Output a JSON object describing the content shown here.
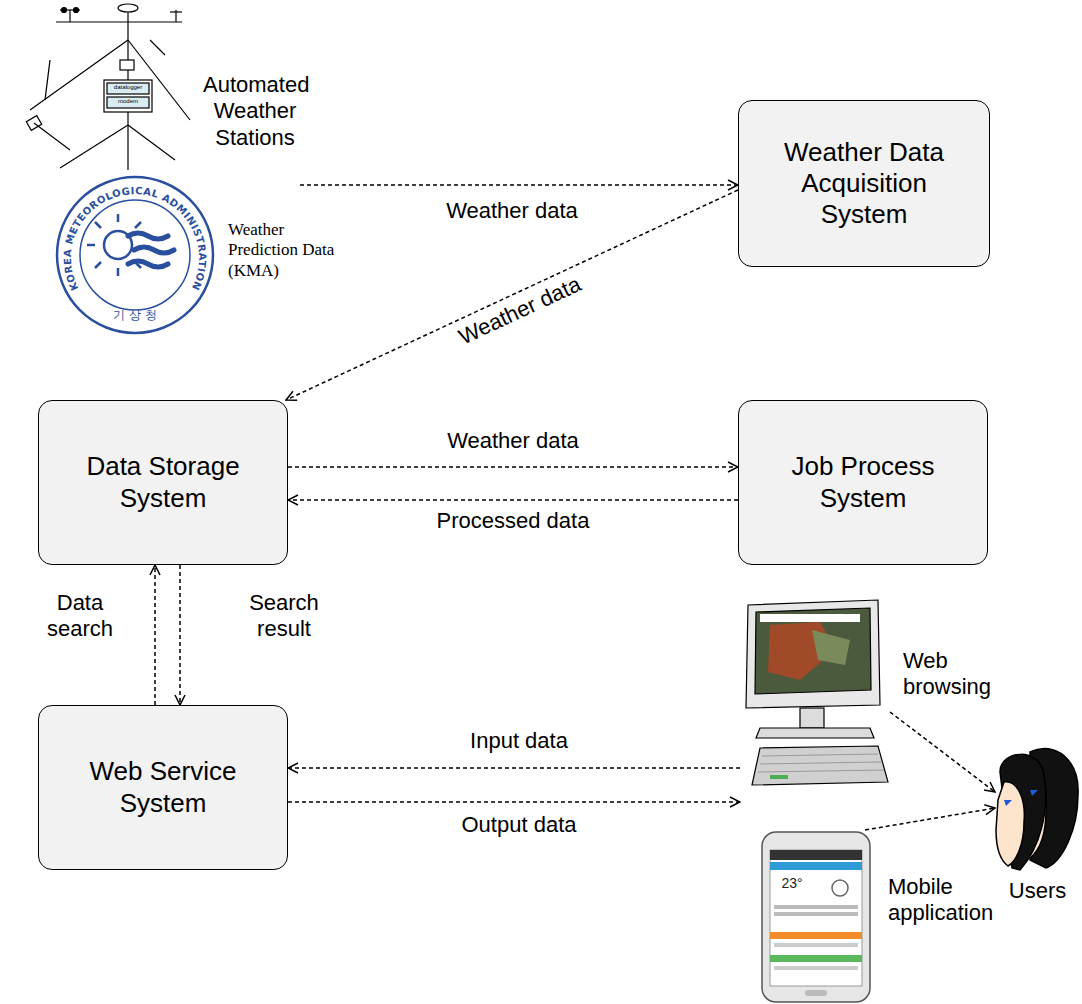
{
  "diagram": {
    "nodes": [
      {
        "text": [
          "Automated Weather Stations",
          "Weather Prediction Data (KMA)"
        ]
      },
      {
        "text": [
          "Weather Data Acquisition System"
        ]
      },
      {
        "text": [
          "Data Storage System"
        ]
      },
      {
        "text": [
          "Job Process System"
        ]
      },
      {
        "text": [
          "Web Service System"
        ]
      },
      {
        "text": [
          "Web browsing"
        ]
      },
      {
        "text": [
          "Mobile application"
        ]
      },
      {
        "text": [
          "Users"
        ]
      }
    ],
    "edges": [
      {
        "from": 0,
        "to": 1,
        "arrow": "to",
        "label": "Weather data"
      },
      {
        "from": 1,
        "to": 2,
        "arrow": "to",
        "label": "Weather data"
      },
      {
        "from": 2,
        "to": 3,
        "arrow": "to",
        "label": "Weather data"
      },
      {
        "from": 3,
        "to": 2,
        "arrow": "to",
        "label": "Processed data"
      },
      {
        "from": 4,
        "to": 2,
        "arrow": "to",
        "label": "Data search"
      },
      {
        "from": 2,
        "to": 4,
        "arrow": "to",
        "label": "Search result"
      },
      {
        "from": 5,
        "to": 4,
        "arrow": "to",
        "label": "Input data"
      },
      {
        "from": 4,
        "to": 5,
        "arrow": "to",
        "label": "Output data"
      },
      {
        "from": 5,
        "to": 7,
        "arrow": "to"
      },
      {
        "from": 6,
        "to": 7,
        "arrow": "to"
      }
    ],
    "labels": [
      "datalogger",
      "modem",
      "KOREA METEOROLOGICAL ADMINISTRATION",
      "기 상 청",
      "23°"
    ]
  }
}
